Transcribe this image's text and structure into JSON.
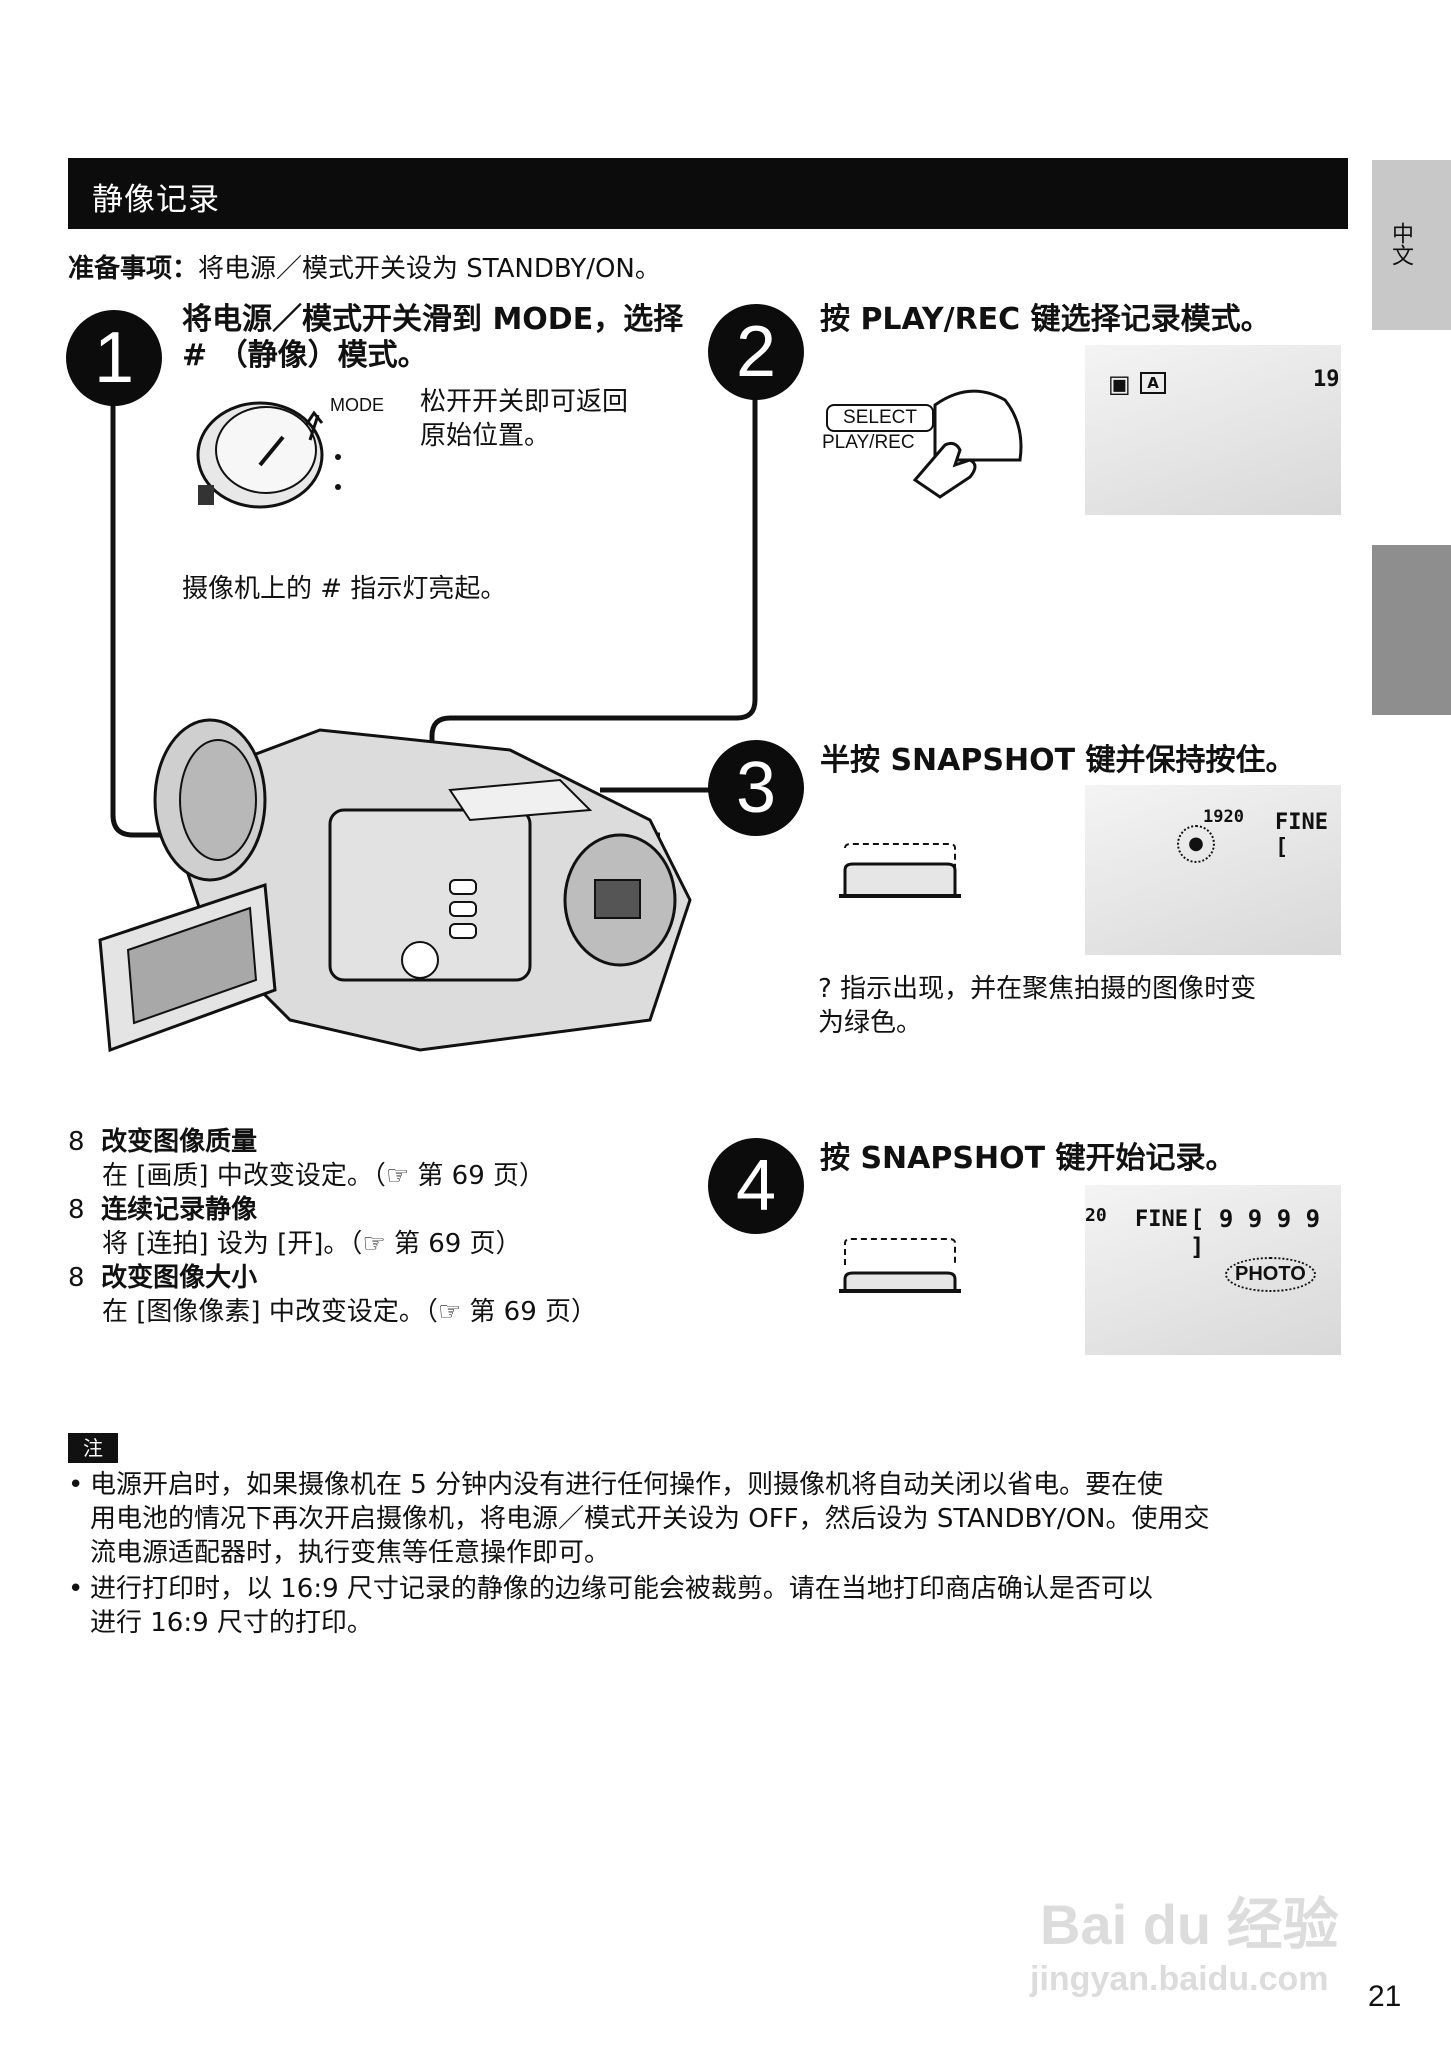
{
  "header": {
    "section_title": "静像记录",
    "side_tab": "中文"
  },
  "prep": {
    "label": "准备事项：",
    "text": "将电源／模式开关设为 STANDBY/ON。"
  },
  "step1": {
    "num": "1",
    "title_l1": "将电源／模式开关滑到 MODE，选择",
    "title_l2": "#  （静像）模式。",
    "dial_label": "MODE",
    "release_l1": "松开开关即可返回",
    "release_l2": "原始位置。",
    "lamp_text": "摄像机上的 #   指示灯亮起。"
  },
  "step2": {
    "num": "2",
    "title": "按 PLAY/REC 键选择记录模式。",
    "btn_top": "SELECT",
    "btn_bottom": "PLAY/REC",
    "lcd_right": "19"
  },
  "step3": {
    "num": "3",
    "title": "半按 SNAPSHOT 键并保持按住。",
    "lcd_res": "1920",
    "lcd_quality": "FINE [",
    "desc_l1": "?  指示出现，并在聚焦拍摄的图像时变",
    "desc_l2": "为绿色。"
  },
  "step4": {
    "num": "4",
    "title": "按 SNAPSHOT 键开始记录。",
    "lcd_res": "20",
    "lcd_quality": "FINE",
    "lcd_count": "[ 9 9 9 9 ]",
    "lcd_photo": "PHOTO"
  },
  "links": [
    {
      "marker": "8",
      "title": "改变图像质量",
      "detail": "在 [画质] 中改变设定。（☞ 第 69 页）"
    },
    {
      "marker": "8",
      "title": "连续记录静像",
      "detail": "将 [连拍] 设为 [开]。（☞ 第 69 页）"
    },
    {
      "marker": "8",
      "title": "改变图像大小",
      "detail": "在 [图像像素] 中改变设定。（☞ 第 69 页）"
    }
  ],
  "notes": {
    "badge": "注",
    "items": [
      {
        "l1": "电源开启时，如果摄像机在 5 分钟内没有进行任何操作，则摄像机将自动关闭以省电。要在使",
        "l2": "用电池的情况下再次开启摄像机，将电源／模式开关设为 OFF，然后设为 STANDBY/ON。使用交",
        "l3": "流电源适配器时，执行变焦等任意操作即可。"
      },
      {
        "l1": "进行打印时，以 16:9 尺寸记录的静像的边缘可能会被裁剪。请在当地打印商店确认是否可以",
        "l2": "进行 16:9 尺寸的打印。"
      }
    ]
  },
  "page_number": "21",
  "watermark": {
    "brand": "Bai du 经验",
    "url": "jingyan.baidu.com"
  }
}
